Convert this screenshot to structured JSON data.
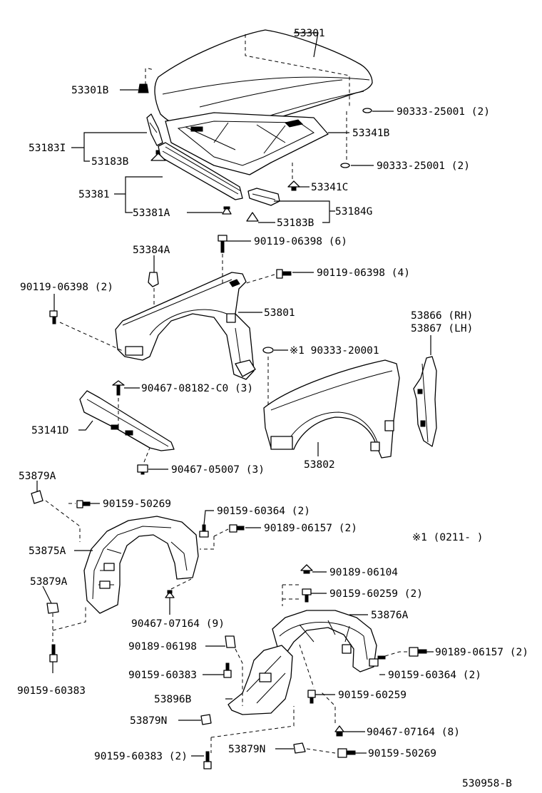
{
  "diagram_id": "530958-B",
  "note": "※1 (0211-      )",
  "labels": {
    "l53301": "53301",
    "l53301B": "53301B",
    "l9033325001a": "90333-25001 (2)",
    "l53183I": "53183I",
    "l53341B": "53341B",
    "l53183B_top": "53183B",
    "l9033325001b": "90333-25001 (2)",
    "l53381": "53381",
    "l53341C": "53341C",
    "l53381A": "53381A",
    "l53184G": "53184G",
    "l53183B_mid": "53183B",
    "l53384A": "53384A",
    "l9011906398_6": "90119-06398 (6)",
    "l9011906398_4": "90119-06398 (4)",
    "l9011906398_2": "90119-06398 (2)",
    "l53801": "53801",
    "l53866": "53866 (RH)",
    "l53867": "53867 (LH)",
    "l9033320001": "※1 90333-20001",
    "l9046708182": "90467-08182-C0 (3)",
    "l53141D": "53141D",
    "l9046705007": "90467-05007 (3)",
    "l53802": "53802",
    "l53879A_top": "53879A",
    "l9015950269_top": "90159-50269",
    "l9015960364_top": "90159-60364 (2)",
    "l9018906157_top": "90189-06157 (2)",
    "l53875A": "53875A",
    "l53879A_mid": "53879A",
    "l9046707164_9": "90467-07164 (9)",
    "l9018906104": "90189-06104",
    "l9015960259_2": "90159-60259 (2)",
    "l53876A": "53876A",
    "l9018906198": "90189-06198",
    "l9018906157_bot": "90189-06157 (2)",
    "l9015960383_left": "90159-60383",
    "l9015960383_mid": "90159-60383",
    "l9015960364_bot": "90159-60364 (2)",
    "l53896B": "53896B",
    "l9015960259": "90159-60259",
    "l53879N_a": "53879N",
    "l9046707164_8": "90467-07164 (8)",
    "l9015960383_2": "90159-60383 (2)",
    "l53879N_b": "53879N",
    "l9015950269_bot": "90159-50269"
  }
}
